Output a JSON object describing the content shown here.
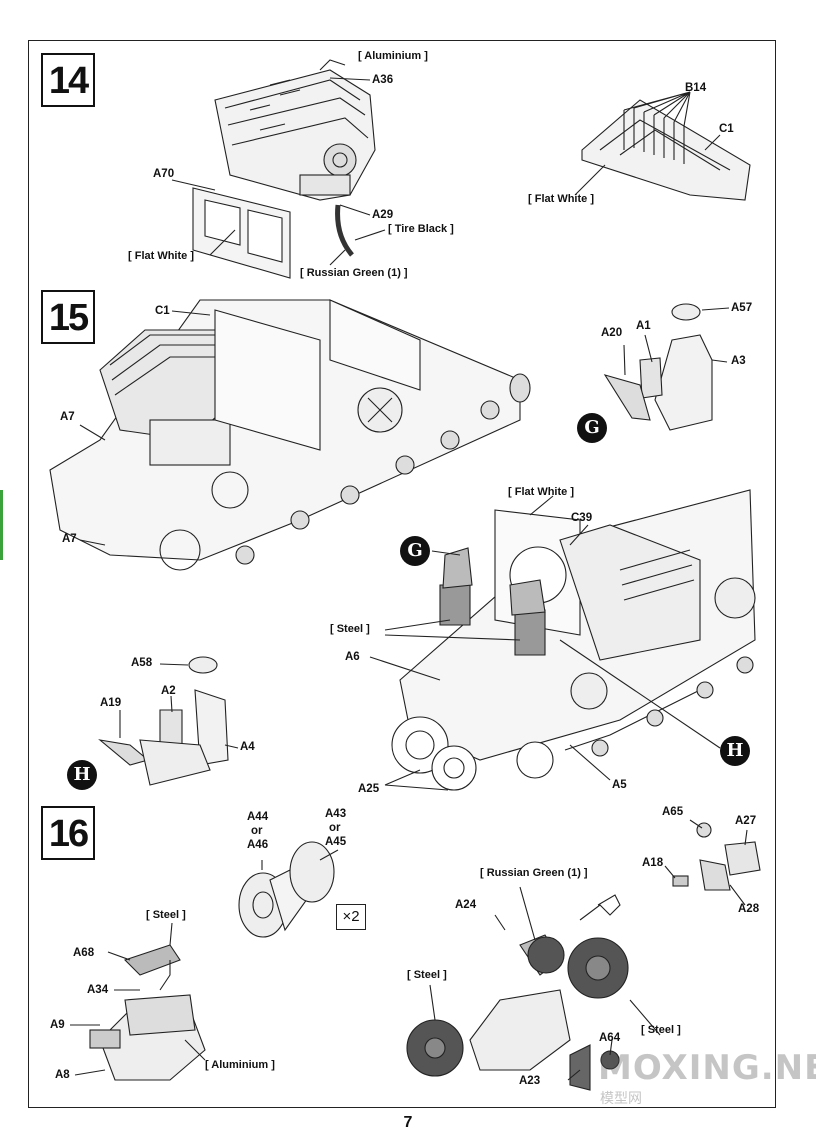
{
  "page_number": "7",
  "steps": [
    {
      "number": "14"
    },
    {
      "number": "15"
    },
    {
      "number": "16"
    }
  ],
  "step14": {
    "notes": [
      "[ Aluminium ]",
      "[ Tire Black ]",
      "[ Flat White ]",
      "[ Russian Green (1) ]",
      "[ Flat White ]"
    ],
    "parts": [
      "A36",
      "A70",
      "A29",
      "B14",
      "C1"
    ]
  },
  "step15": {
    "notes": [
      "[ Flat White ]",
      "[ Steel ]"
    ],
    "parts": [
      "C1",
      "A7",
      "A7",
      "A57",
      "A1",
      "A20",
      "A3",
      "C39",
      "A6",
      "A58",
      "A2",
      "A19",
      "A4",
      "A25",
      "A5"
    ],
    "markers": [
      "G",
      "G",
      "H",
      "H"
    ]
  },
  "step16": {
    "notes": [
      "[ Steel ]",
      "[ Aluminium ]",
      "[ Russian Green (1) ]",
      "[ Steel ]",
      "[ Steel ]"
    ],
    "parts": [
      "A44",
      "or",
      "A46",
      "A43",
      "or",
      "A45",
      "A68",
      "A34",
      "A9",
      "A8",
      "A65",
      "A27",
      "A18",
      "A28",
      "A24",
      "A64",
      "A23"
    ],
    "multiplier": "×2"
  },
  "watermark": {
    "main": "MOXING.NET",
    "sub": "模型网"
  }
}
